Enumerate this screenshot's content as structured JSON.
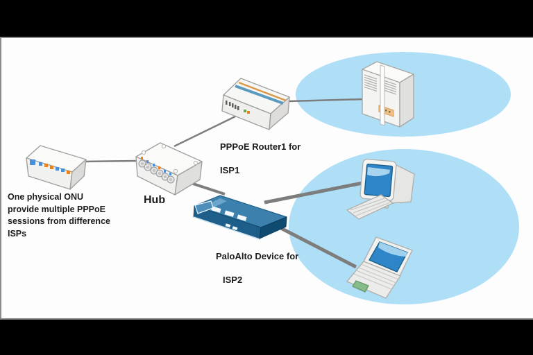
{
  "window": {
    "background": "#000000",
    "panel_background": "#fdfdfd",
    "panel_border": "#8a8a8a"
  },
  "diagram": {
    "onu_note": "One physical ONU\nprovide multiple PPPoE\nsessions from difference\nISPs",
    "hub_label": "Hub",
    "router1_label_line1": "PPPoE Router1 for",
    "router1_label_line2": "ISP1",
    "paloalto_label_line1": "PaloAlto Device for",
    "paloalto_label_line2": "ISP2",
    "colors": {
      "network_cloud_blue": "#aedff7",
      "connection_line_gray": "#7d7d7d",
      "paloalto_top_blue": "#3c81ae",
      "paloalto_front_blue": "#1d5f8a",
      "screen_blue": "#2e86c8",
      "led_orange": "#e8821e",
      "led_blue": "#4a90d9",
      "touchpad_green": "#86bb8a",
      "server_panel_orange": "#eec28a",
      "device_body_white": "#f2f2f0"
    }
  }
}
